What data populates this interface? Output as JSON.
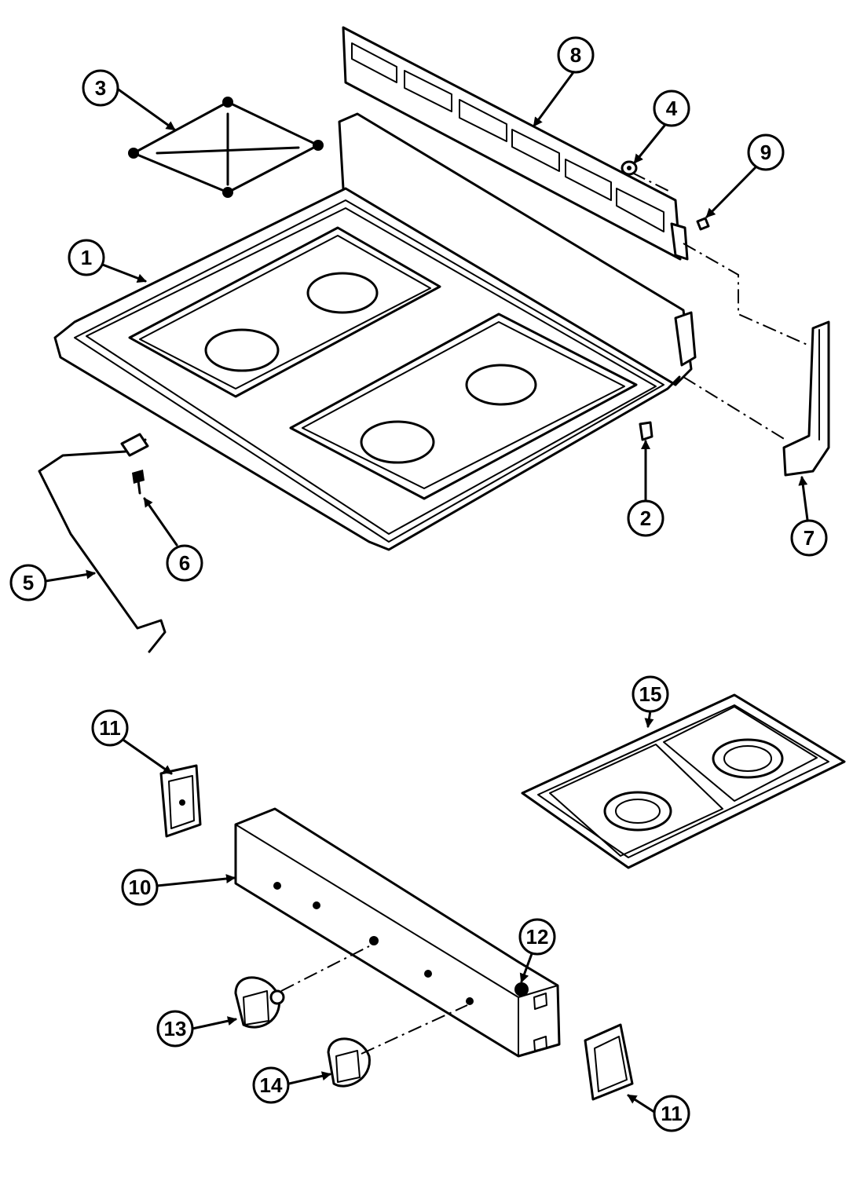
{
  "callouts": [
    {
      "id": "1",
      "label": "1"
    },
    {
      "id": "2",
      "label": "2"
    },
    {
      "id": "3",
      "label": "3"
    },
    {
      "id": "4",
      "label": "4"
    },
    {
      "id": "5",
      "label": "5"
    },
    {
      "id": "6",
      "label": "6"
    },
    {
      "id": "7",
      "label": "7"
    },
    {
      "id": "8",
      "label": "8"
    },
    {
      "id": "9",
      "label": "9"
    },
    {
      "id": "10",
      "label": "10"
    },
    {
      "id": "11a",
      "label": "11"
    },
    {
      "id": "11b",
      "label": "11"
    },
    {
      "id": "12",
      "label": "12"
    },
    {
      "id": "13",
      "label": "13"
    },
    {
      "id": "14",
      "label": "14"
    },
    {
      "id": "15",
      "label": "15"
    }
  ]
}
